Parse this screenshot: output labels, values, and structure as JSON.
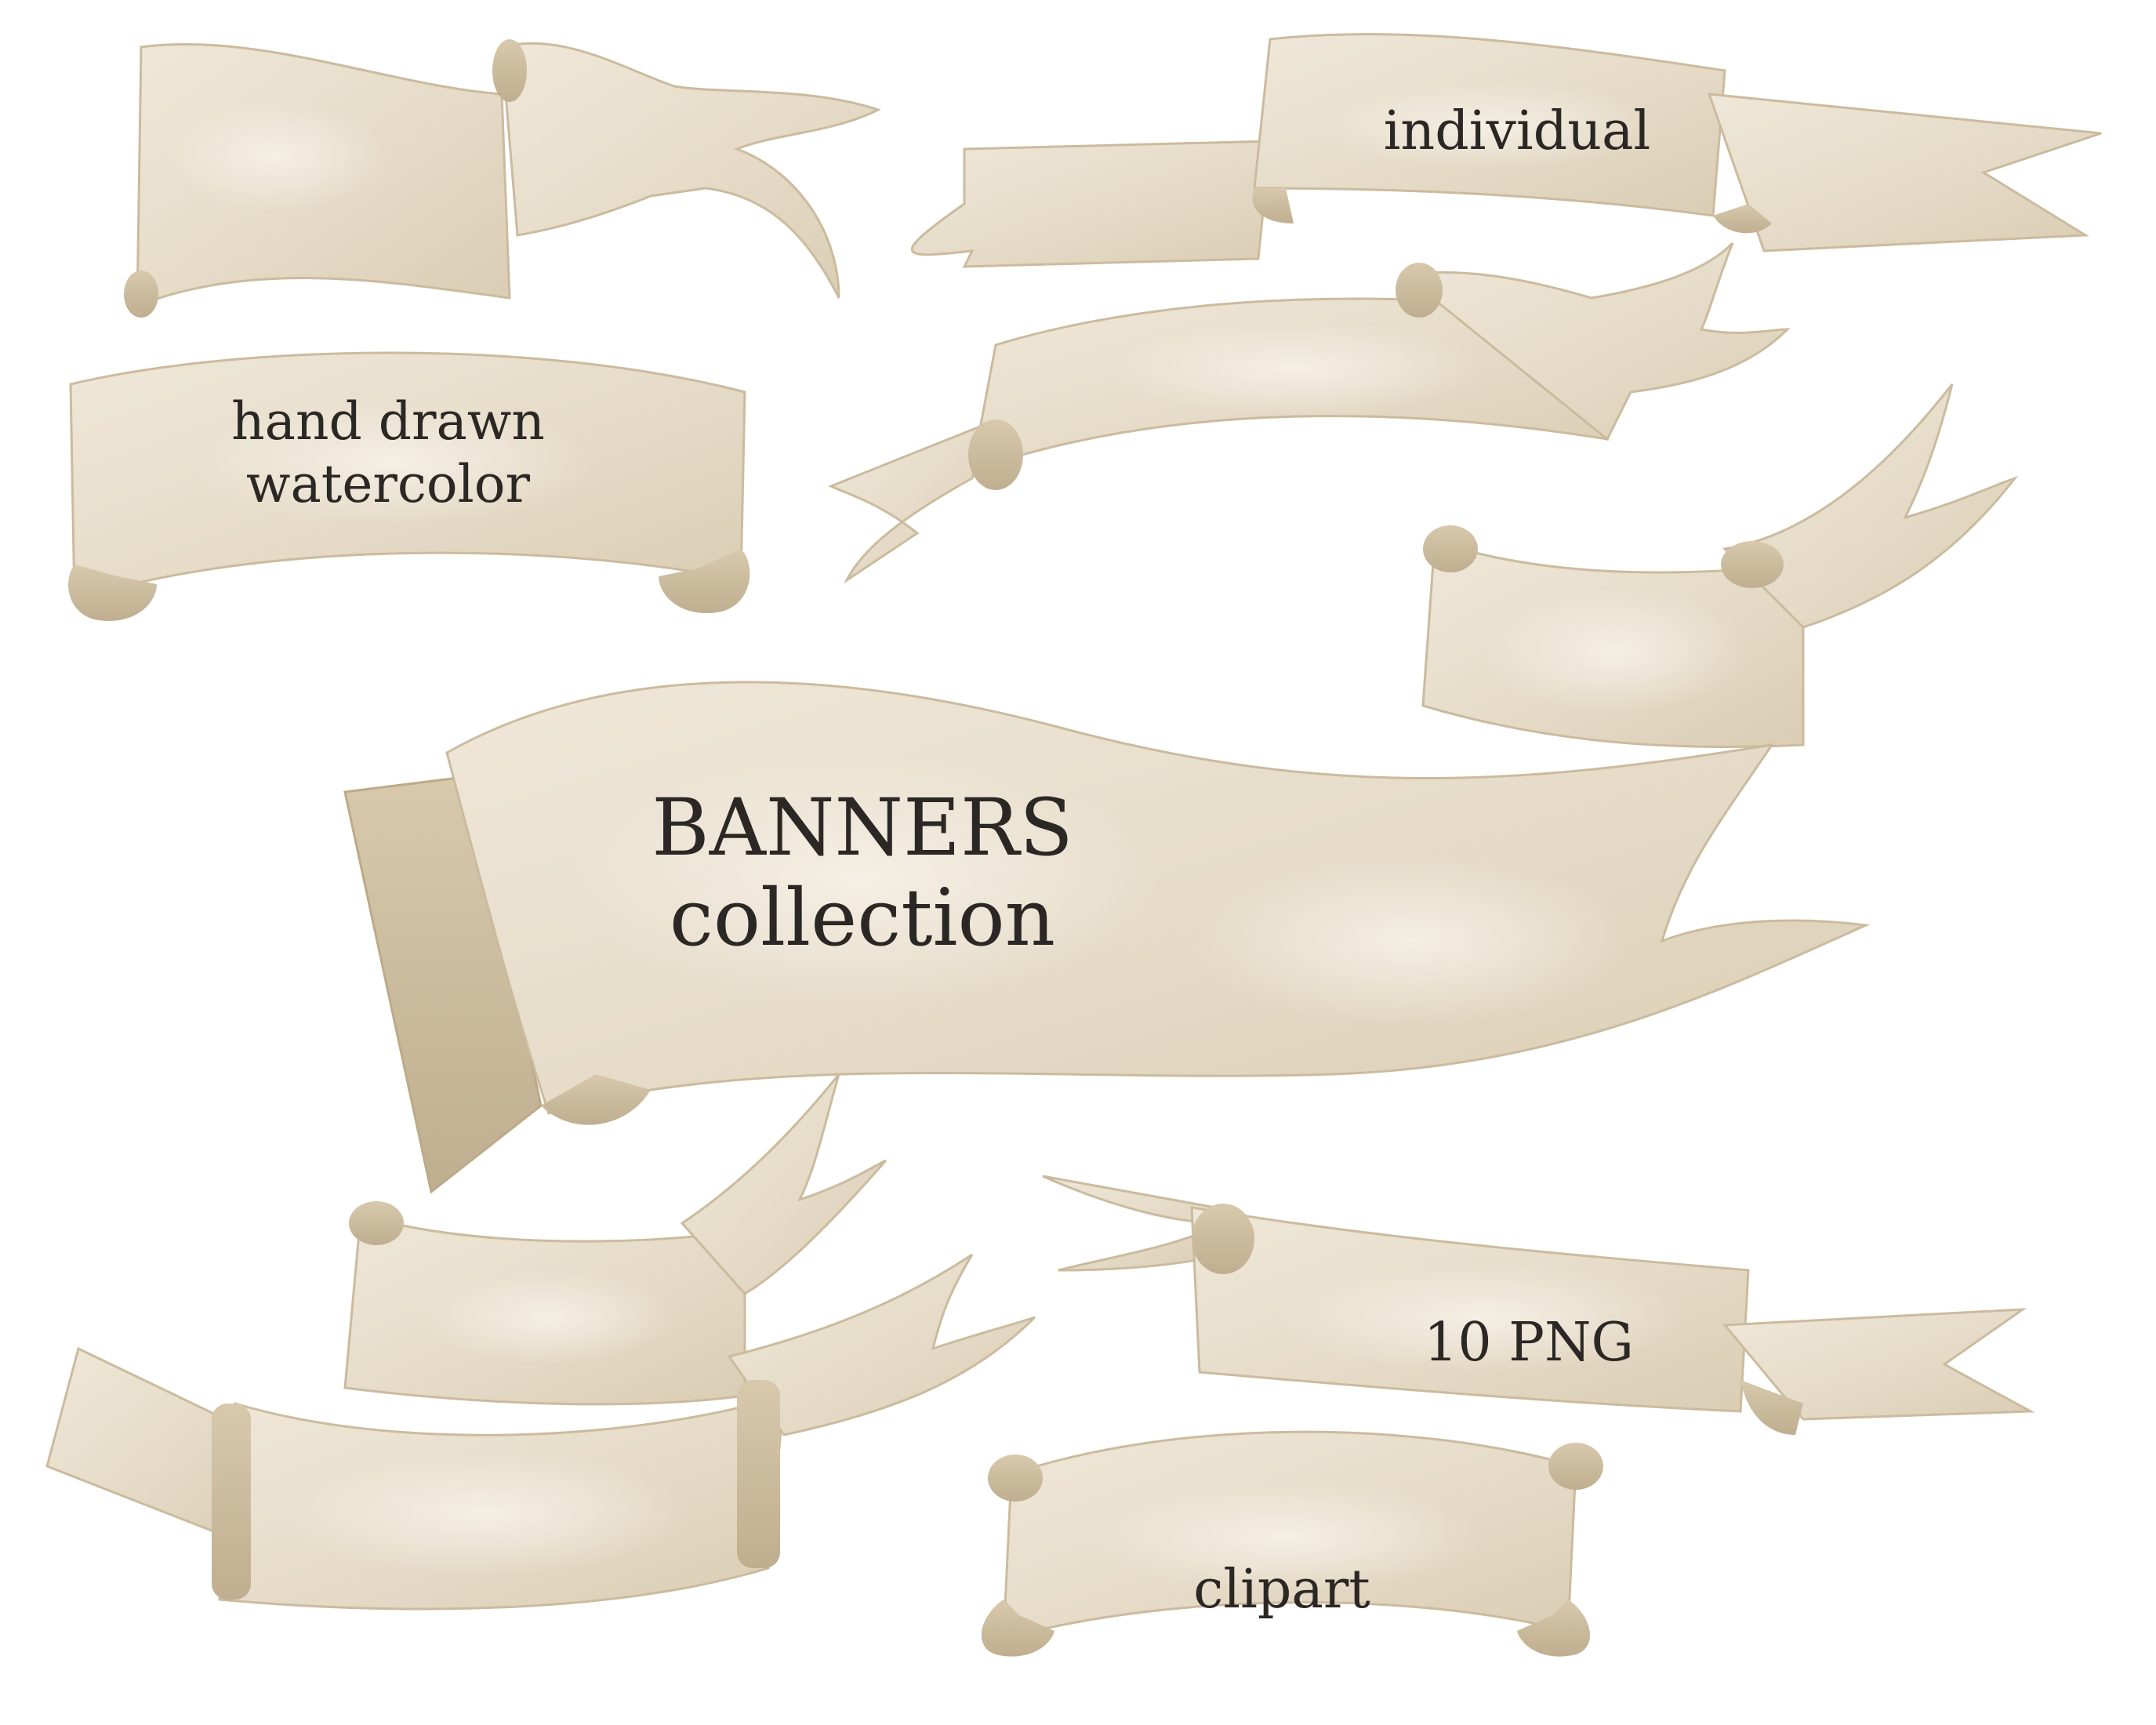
{
  "labels": {
    "hand_drawn_line1": "hand drawn",
    "hand_drawn_line2": "watercolor",
    "individual": "individual",
    "banners_title": "BANNERS",
    "banners_subtitle": "collection",
    "png_count": "10 PNG",
    "clipart": "clipart"
  },
  "colors": {
    "background": "#ffffff",
    "parchment_light": "#f2ece0",
    "parchment_mid": "#e3d9c6",
    "parchment_dark": "#c9b89a",
    "text": "#2b2724"
  }
}
